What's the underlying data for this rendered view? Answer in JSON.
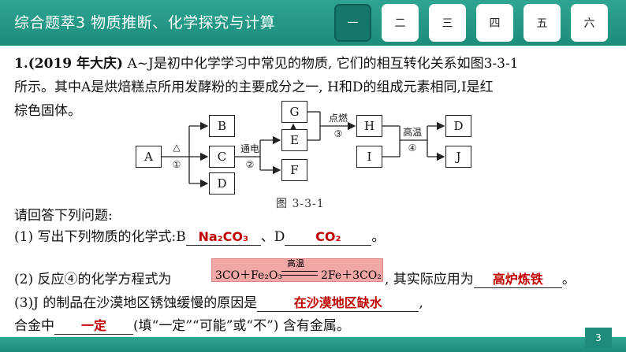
{
  "header": {
    "title": "综合题萃3  物质推断、化学探究与计算",
    "tabs": [
      "一",
      "二",
      "三",
      "四",
      "五",
      "六"
    ],
    "active_tab": 0
  },
  "question": {
    "number_source": "1.(2019 年大庆)",
    "line1": " A~J是初中化学学习中常见的物质, 它们的相互转化关系如图3-3-1",
    "line2": "所示。其中A是烘焙糕点所用发酵粉的主要成分之一, H和D的组成元素相同,I是红",
    "line3": "棕色固体。"
  },
  "diagram": {
    "boxes": [
      "A",
      "B",
      "C",
      "D",
      "G",
      "E",
      "F",
      "H",
      "I",
      "D",
      "J"
    ],
    "arrow_labels": {
      "a1_top": "△",
      "a1_bottom": "①",
      "a2_top": "通电",
      "a2_bottom": "②",
      "a3_top": "点燃",
      "a3_bottom": "③",
      "a4_top": "高温",
      "a4_bottom": "④"
    },
    "caption": "图 3-3-1"
  },
  "prompt": "请回答下列问题:",
  "q1": {
    "prefix": "(1) 写出下列物质的化学式:B",
    "b_answer": "Na₂CO₃",
    "sep": "、D",
    "d_answer": "CO₂",
    "suffix": "。"
  },
  "q2": {
    "prefix": "(2) 反应④的化学方程式为",
    "equation_condition": "高温",
    "equation_left": "3CO＋Fe₂O₃",
    "equation_right": "2Fe＋3CO₂",
    "mid": ", 其实际应用为",
    "application_answer": "高炉炼铁",
    "suffix": "。"
  },
  "q3": {
    "prefix": "(3)J 的制品在沙漠地区锈蚀缓慢的原因是",
    "reason_answer": "在沙漠地区缺水",
    "suffix": ",",
    "line2_prefix": "合金中",
    "alloy_answer": "一定",
    "line2_suffix": "(填“一定”“可能”或“不”) 含有金属。"
  },
  "footer": {
    "page": "3"
  }
}
